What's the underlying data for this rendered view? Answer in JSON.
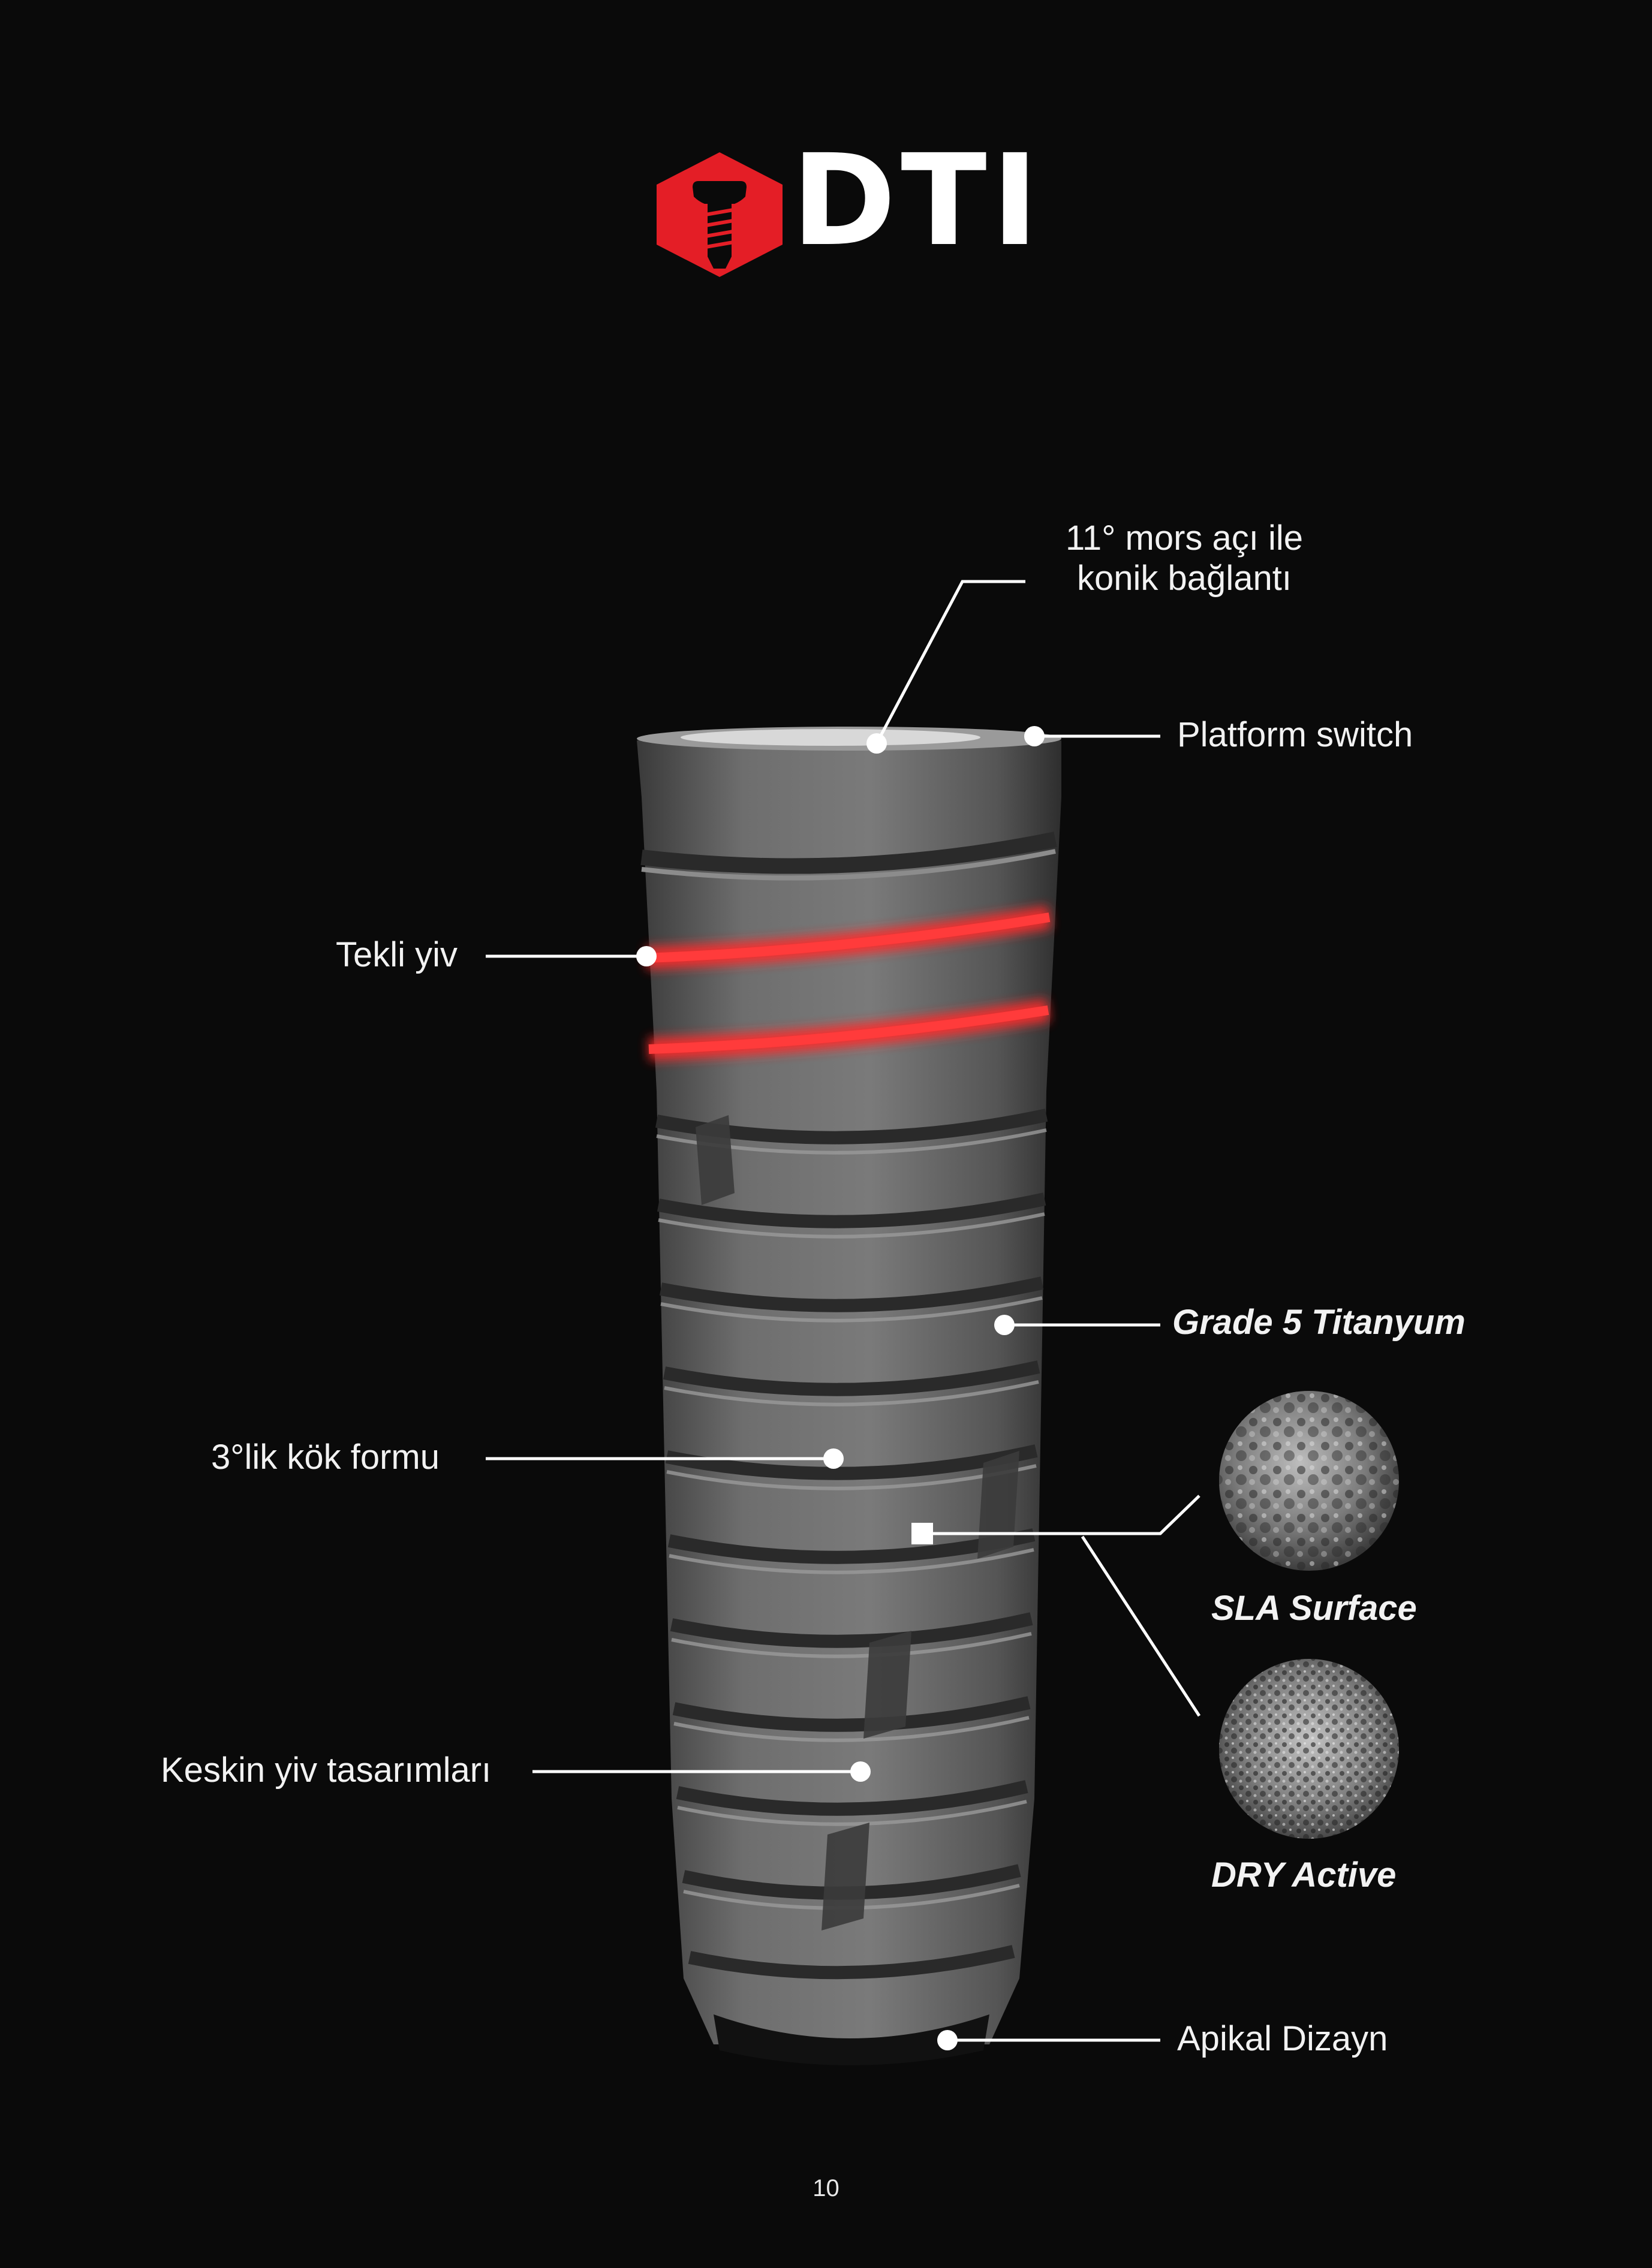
{
  "brand": {
    "name": "DTI",
    "color_red": "#e41e26",
    "color_white": "#ffffff"
  },
  "callouts": {
    "morse_angle_line1": "11° mors açı ile",
    "morse_angle_line2": "konik bağlantı",
    "platform_switch": "Platform switch",
    "single_thread": "Tekli yiv",
    "material": "Grade 5 Titanyum",
    "root_form": "3°lik kök formu",
    "sla_surface": "SLA Surface",
    "sharp_threads": "Keskin yiv tasarımları",
    "dry_active": "DRY Active",
    "apical_design": "Apikal Dizayn"
  },
  "page_number": "10",
  "colors": {
    "background": "#0a0a0a",
    "implant_gray": "#6b6b6b",
    "highlight_red": "#ff2a2a",
    "line_white": "#ffffff"
  },
  "icons": {
    "logo": "hexagon-implant-icon",
    "callout_marker": "dot-icon",
    "surface_marker": "square-icon"
  }
}
